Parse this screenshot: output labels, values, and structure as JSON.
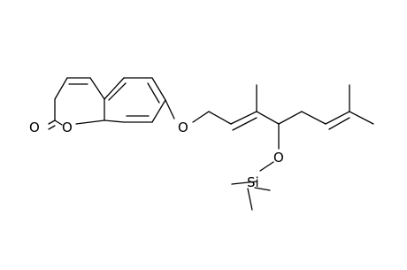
{
  "diagram": {
    "type": "skeletal-structure",
    "atom_labels": {
      "carbonyl_oxygen": "O",
      "ring_oxygen": "O",
      "ether_oxygen": "O",
      "silyl_ether_oxygen": "O",
      "silicon": "Si"
    }
  }
}
